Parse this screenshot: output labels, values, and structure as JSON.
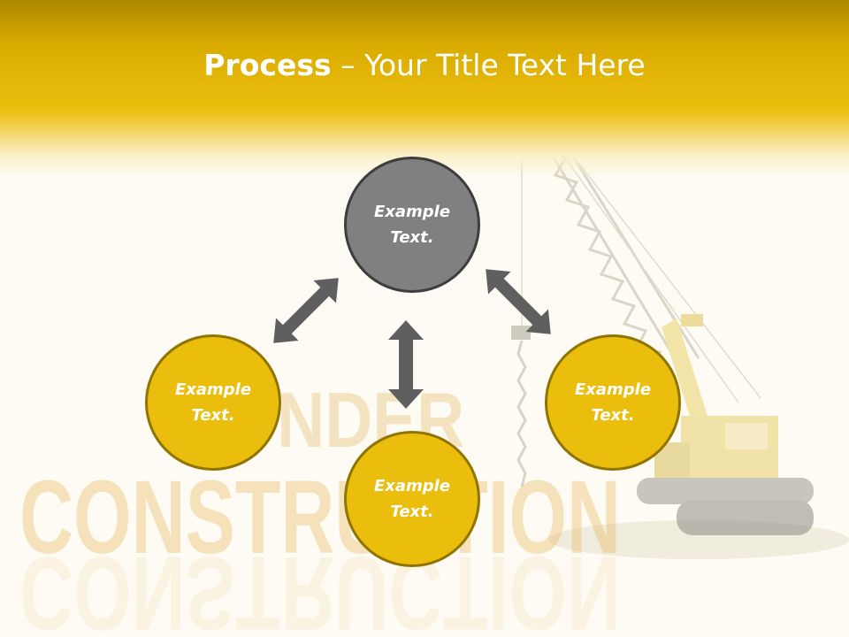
{
  "slide": {
    "title_bold": "Process",
    "title_rest": " – Your Title Text Here"
  },
  "background": {
    "word1": "UNDER",
    "word2": "CONSTRUCTION",
    "image": "crane-illustration"
  },
  "diagram": {
    "nodes": [
      {
        "label": "Example Text.",
        "color": "#808080"
      },
      {
        "label": "Example Text.",
        "color": "#ebbe0e"
      },
      {
        "label": "Example Text.",
        "color": "#ebbe0e"
      },
      {
        "label": "Example Text.",
        "color": "#ebbe0e"
      }
    ],
    "arrow_color": "#5f5f5f",
    "arrow_style": "double-headed"
  },
  "colors": {
    "title_band": "#ecbf0e",
    "node_gray": "#808080",
    "node_yellow": "#ebbe0e",
    "text": "#ffffff"
  }
}
